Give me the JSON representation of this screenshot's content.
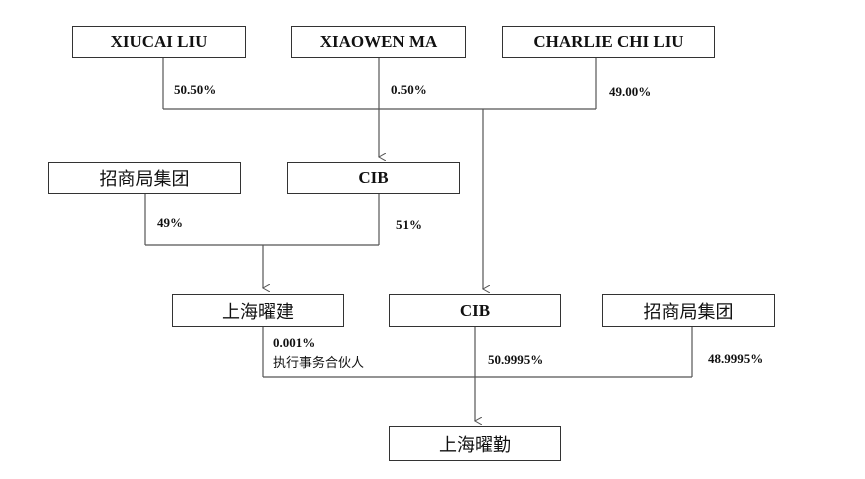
{
  "entities": {
    "xiucai_liu": "XIUCAI LIU",
    "xiaowen_ma": "XIAOWEN MA",
    "charlie_chi_liu": "CHARLIE CHI LIU",
    "zhaoshangju_top": "招商局集团",
    "cib_top": "CIB",
    "shanghai_yaojian": "上海曜建",
    "cib_mid": "CIB",
    "zhaoshangju_mid": "招商局集团",
    "shanghai_yaoqin": "上海曜勤"
  },
  "percentages": {
    "xiucai_liu": "50.50%",
    "xiaowen_ma": "0.50%",
    "charlie_chi_liu": "49.00%",
    "zhaoshangju_to_yaojian": "49%",
    "cib_to_yaojian": "51%",
    "yaojian_to_yaoqin": "0.001%",
    "yaojian_role": "执行事务合伙人",
    "cib_to_yaoqin": "50.9995%",
    "zhaoshangju_to_yaoqin": "48.9995%"
  }
}
